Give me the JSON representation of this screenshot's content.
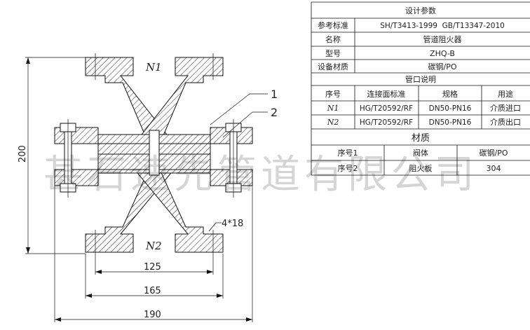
{
  "drawing": {
    "label_n1": "N1",
    "label_n2": "N2",
    "callout_1": "1",
    "callout_2": "2",
    "bolt_note": "4*18",
    "dim_height": "200",
    "dim_125": "125",
    "dim_165": "165",
    "dim_190": "190"
  },
  "spec_table": {
    "title": "设计参数",
    "rows": [
      {
        "label": "参考标准",
        "value": "SH/T3413-1999  GB/T13347-2010"
      },
      {
        "label": "名称",
        "value": "管道阻火器"
      },
      {
        "label": "型号",
        "value": "ZHQ-B"
      },
      {
        "label": "设备材质",
        "value": "碳钢/PO"
      }
    ],
    "port_title": "管口说明",
    "port_headers": [
      "序号",
      "连接面标准",
      "规格",
      "用途"
    ],
    "ports": [
      {
        "id": "N1",
        "std": "HG/T20592/RF",
        "spec": "DN50-PN16",
        "use": "介质进口"
      },
      {
        "id": "N2",
        "std": "HG/T20592/RF",
        "spec": "DN50-PN16",
        "use": "介质出口"
      }
    ],
    "material_title": "材质",
    "materials": [
      {
        "no": "序号1",
        "part": "阀体",
        "material": "碳钢/PO"
      },
      {
        "no": "序号2",
        "part": "阻火板",
        "material": "304"
      }
    ]
  },
  "watermark": "甚石速先管道有限公司"
}
